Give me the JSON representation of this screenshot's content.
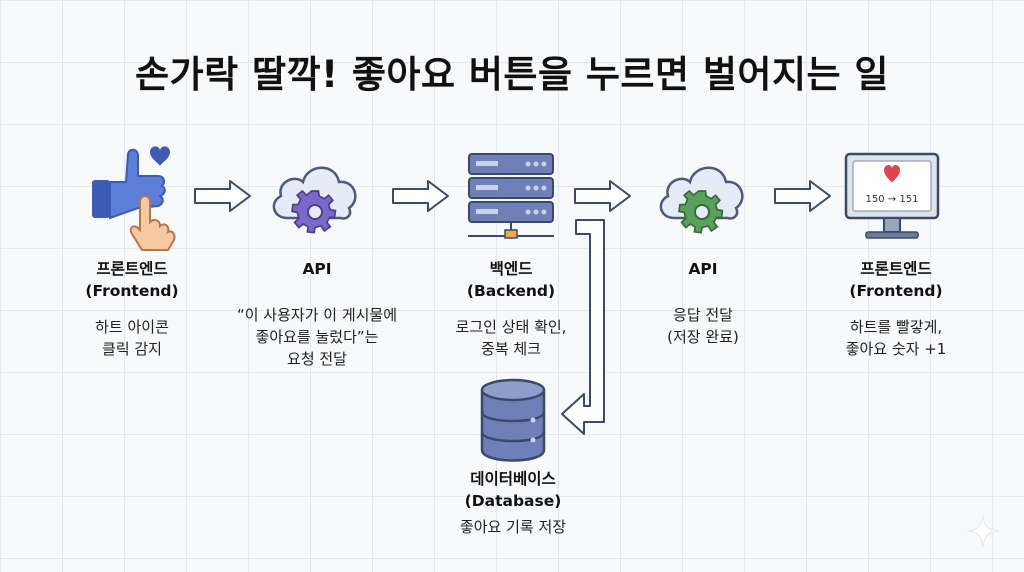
{
  "title": "손가락 딸깍! 좋아요 버튼을 누르면 벌어지는 일",
  "steps": [
    {
      "name": "프론트엔드",
      "sub": "(Frontend)",
      "desc": [
        "하트 아이콘",
        "클릭 감지"
      ]
    },
    {
      "name": "API",
      "sub": "",
      "desc": [
        "“이 사용자가 이 게시물에",
        "좋아요를 눌렀다”는",
        "요청 전달"
      ]
    },
    {
      "name": "백엔드",
      "sub": "(Backend)",
      "desc": [
        "로그인 상태 확인,",
        "중복 체크"
      ]
    },
    {
      "name": "API",
      "sub": "",
      "desc": [
        "응답 전달",
        "(저장 완료)"
      ]
    },
    {
      "name": "프론트엔드",
      "sub": "(Frontend)",
      "desc": [
        "하트를 빨갛게,",
        "좋아요 숫자 +1"
      ]
    }
  ],
  "database": {
    "name": "데이터베이스",
    "sub": "(Database)",
    "desc": [
      "좋아요 기록 저장"
    ]
  },
  "monitor_text": "150 → 151",
  "icons": [
    "thumbs-up-hand-icon",
    "cloud-gear-icon",
    "server-stack-icon",
    "cloud-gear-icon",
    "monitor-heart-icon",
    "database-icon"
  ],
  "colors": {
    "accent_blue": "#3b5bb5",
    "gear_purple": "#7b68c8",
    "gear_green": "#5aa05a",
    "heart_red": "#e0454f",
    "hand_skin": "#f6c9a0"
  }
}
